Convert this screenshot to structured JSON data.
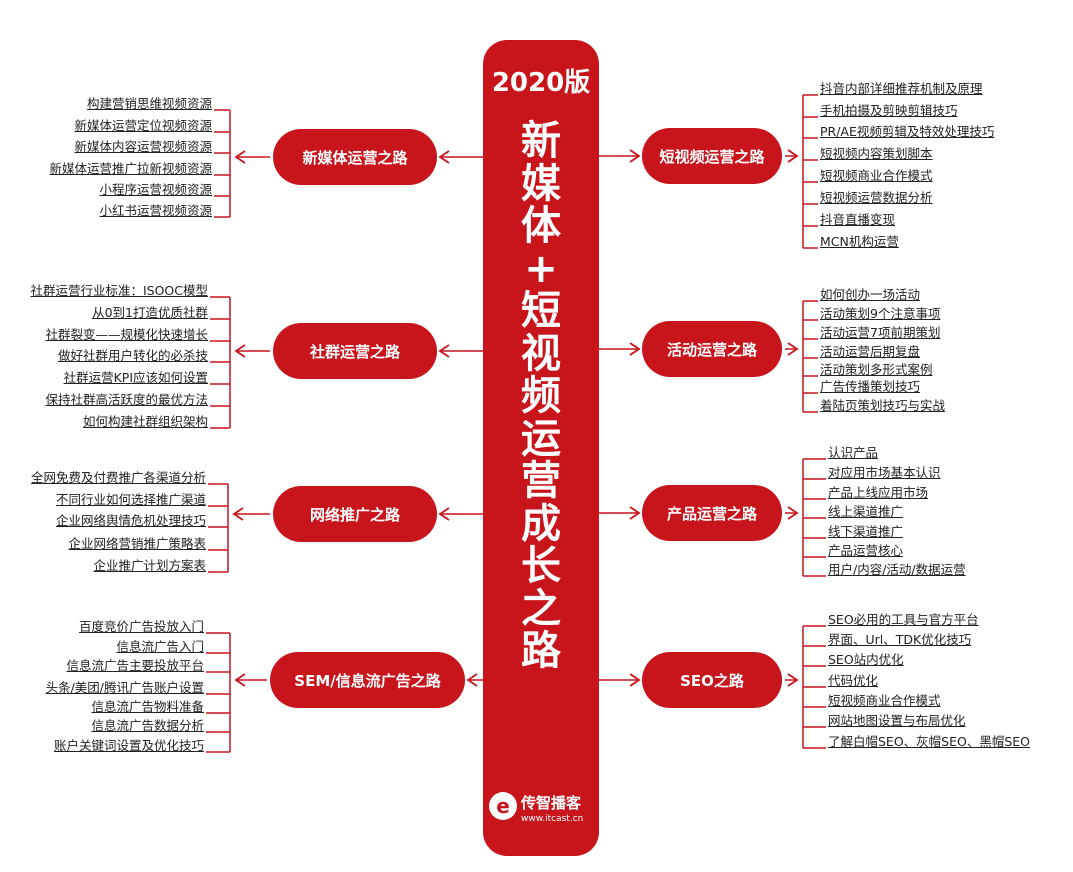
{
  "center": {
    "year": "2020版",
    "title_chars": [
      "新",
      "媒",
      "体",
      "+",
      "短",
      "视",
      "频",
      "运",
      "营",
      "成",
      "长",
      "之",
      "路"
    ],
    "logo_mark": "e",
    "logo_name": "传智播客",
    "logo_url": "www.itcast.cn"
  },
  "colors": {
    "brand_red": "#c8141b",
    "text": "#222222"
  },
  "branches": [
    {
      "label": "新媒体运营之路",
      "side": "left",
      "items": [
        "构建营销思维视频资源",
        "新媒体运营定位视频资源",
        "新媒体内容运营视频资源",
        "新媒体运营推广拉新视频资源",
        "小程序运营视频资源",
        "小红书运营视频资源"
      ]
    },
    {
      "label": "社群运营之路",
      "side": "left",
      "items": [
        "社群运营行业标准：ISOOC模型",
        "从0到1打造优质社群",
        "社群裂变——规模化快速增长",
        "做好社群用户转化的必杀技",
        "社群运营KPI应该如何设置",
        "保持社群高活跃度的最优方法",
        "如何构建社群组织架构"
      ]
    },
    {
      "label": "网络推广之路",
      "side": "left",
      "items": [
        "全网免费及付费推广各渠道分析",
        "不同行业如何选择推广渠道",
        "企业网络舆情危机处理技巧",
        "企业网络营销推广策略表",
        "企业推广计划方案表"
      ]
    },
    {
      "label": "SEM/信息流广告之路",
      "side": "left",
      "items": [
        "百度竞价广告投放入门",
        "信息流广告入门",
        "信息流广告主要投放平台",
        "头条/美团/腾讯广告账户设置",
        "信息流广告物料准备",
        "信息流广告数据分析",
        "账户关键词设置及优化技巧"
      ]
    },
    {
      "label": "短视频运营之路",
      "side": "right",
      "items": [
        "抖音内部详细推荐机制及原理",
        "手机拍摄及剪映剪辑技巧",
        "PR/AE视频剪辑及特效处理技巧",
        "短视频内容策划脚本",
        "短视频商业合作模式",
        "短视频运营数据分析",
        "抖音直播变现",
        "MCN机构运营"
      ]
    },
    {
      "label": "活动运营之路",
      "side": "right",
      "items": [
        "如何创办一场活动",
        "活动策划9个注意事项",
        "活动运营7项前期策划",
        "活动运营后期复盘",
        "活动策划多形式案例",
        "广告传播策划技巧",
        "着陆页策划技巧与实战"
      ]
    },
    {
      "label": "产品运营之路",
      "side": "right",
      "items": [
        "认识产品",
        "对应用市场基本认识",
        "产品上线应用市场",
        "线上渠道推广",
        "线下渠道推广",
        "产品运营核心",
        "用户/内容/活动/数据运营"
      ]
    },
    {
      "label": "SEO之路",
      "side": "right",
      "items": [
        "SEO必用的工具与官方平台",
        "界面、Url、TDK优化技巧",
        "SEO站内优化",
        "代码优化",
        "短视频商业合作模式",
        "网站地图设置与布局优化",
        "了解白帽SEO、灰帽SEO、黑帽SEO"
      ]
    }
  ]
}
